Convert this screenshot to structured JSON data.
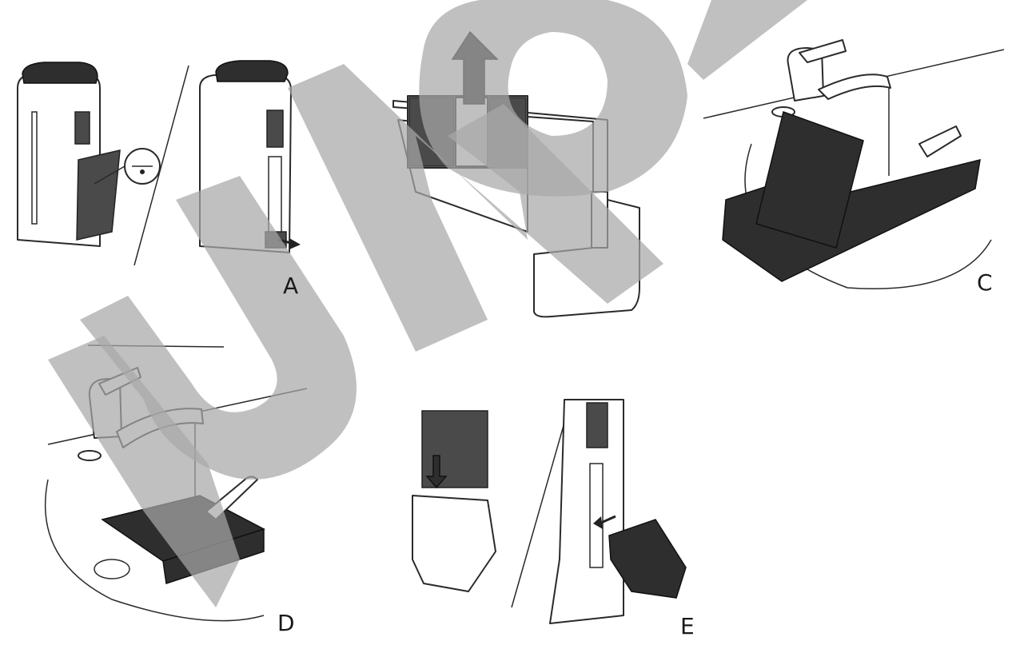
{
  "steps": {
    "a": "A",
    "c": "C",
    "d": "D",
    "e": "E"
  },
  "watermark": "UNO",
  "colors": {
    "background": "#ffffff",
    "line_art": "#2a2a2a",
    "watermark": "#a8a8a8"
  }
}
